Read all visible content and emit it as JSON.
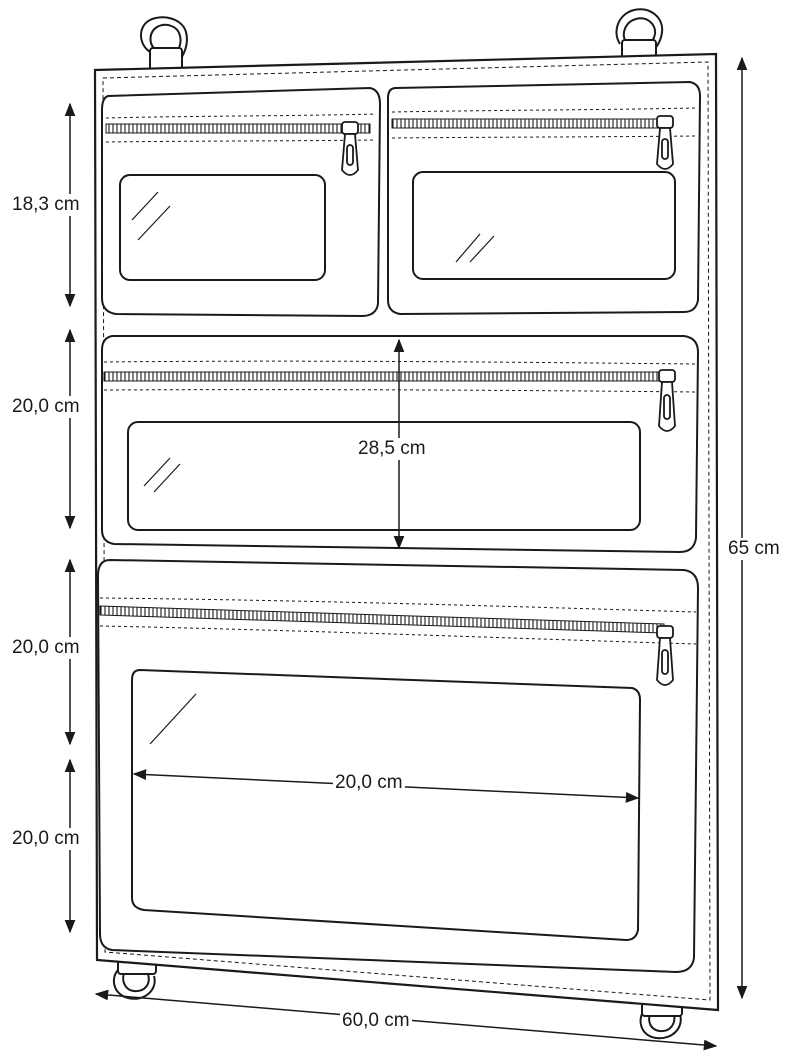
{
  "colors": {
    "line": "#1a1a1a",
    "panel_fill": "#ffffff",
    "pocket_fill": "#ffffff",
    "window_fill": "#ffffff",
    "background": "#ffffff"
  },
  "icons": {
    "hanger_ring": "d-ring-icon",
    "zipper_pull": "zipper-pull-icon",
    "glare_marks": "glass-glare-icon"
  },
  "dimensions": {
    "pocket_small_height": "18,3 cm",
    "pocket_middle_height": "20,0 cm",
    "pocket_large_upper_height": "20,0 cm",
    "pocket_large_lower_height": "20,0 cm",
    "middle_pocket_width": "28,5 cm",
    "window_width": "20,0 cm",
    "total_height": "65 cm",
    "total_width": "60,0 cm"
  }
}
